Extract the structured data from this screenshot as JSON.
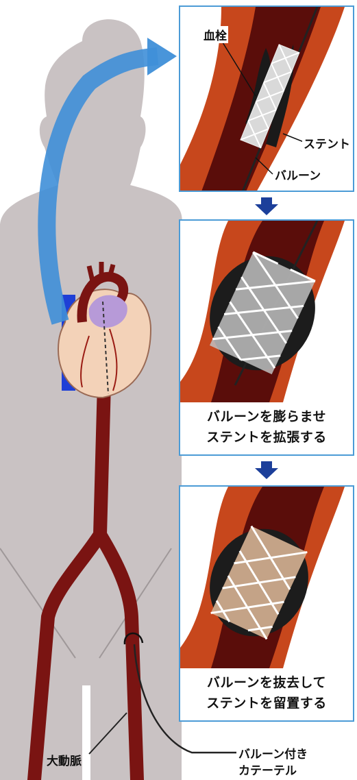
{
  "labels": {
    "thrombus": "血栓",
    "stent": "ステント",
    "balloon": "バルーン",
    "aorta": "大動脈",
    "catheter_line1": "バルーン付き",
    "catheter_line2": "カテーテル"
  },
  "captions": {
    "step2_line1": "バルーンを膨らませ",
    "step2_line2": "ステントを拡張する",
    "step3_line1": "バルーンを抜去して",
    "step3_line2": "ステントを留置する"
  },
  "colors": {
    "body_silhouette": "#c9c2c3",
    "artery": "#7a1412",
    "panel_border": "#4b9bd6",
    "arrow_blue": "#3f8fd8",
    "down_arrow": "#1c3f9a",
    "heart": "#f3d2b8",
    "vessel_outer": "#c7471c",
    "vessel_inner": "#5a0d0a"
  }
}
